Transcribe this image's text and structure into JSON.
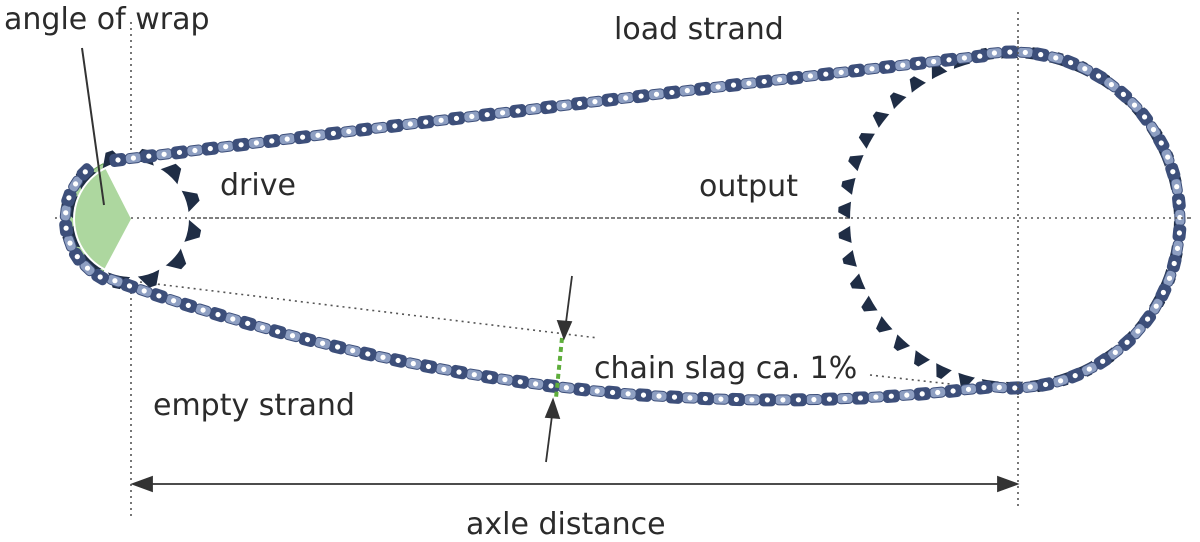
{
  "labels": {
    "angle_of_wrap": "angle of wrap",
    "load_strand": "load strand",
    "drive": "drive",
    "output": "output",
    "chain_slag": "chain slag ca. 1%",
    "empty_strand": "empty strand",
    "axle_distance": "axle distance"
  },
  "colors": {
    "chain_plate": "#3d4f7a",
    "chain_plate_light": "#8e9fc2",
    "sprocket": "#1f2d45",
    "wrap_fill": "#8cc47a",
    "sag_marker": "#5fae3c",
    "guide_line": "#444444",
    "text": "#2b2b2b"
  },
  "sprockets": {
    "drive_teeth": 12,
    "output_teeth": 42
  }
}
